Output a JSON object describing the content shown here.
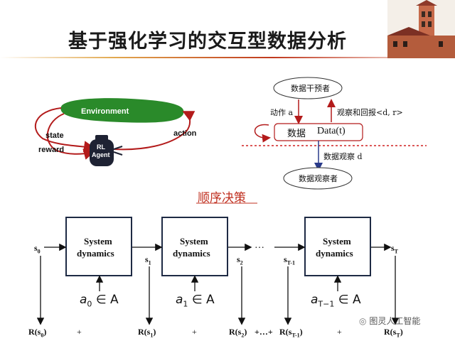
{
  "title": "基于强化学习的交互型数据分析",
  "rl_loop": {
    "environment": "Environment",
    "agent_line1": "RL",
    "agent_line2": "Agent",
    "state": "state",
    "reward": "reward",
    "action": "action"
  },
  "interaction": {
    "intervener": "数据干预者",
    "action_label": "动作 a",
    "observe_reward": "观察和回报<d, r>",
    "data_prefix": "数据",
    "data_formula": "Data(t)",
    "observation_label": "数据观察 d",
    "observer": "数据观察者"
  },
  "section_title": "顺序决策",
  "sequence": {
    "box_line1": "System",
    "box_line2": "dynamics",
    "states": [
      "s",
      "s",
      "s",
      "s",
      "s"
    ],
    "state_subs": [
      "0",
      "1",
      "2",
      "T-1",
      "T"
    ],
    "ellipsis": "…",
    "actions": [
      {
        "var": "a",
        "sub": "0",
        "rest": " ∈ A"
      },
      {
        "var": "a",
        "sub": "1",
        "rest": " ∈ A"
      },
      {
        "var": "a",
        "sub": "T−1",
        "rest": " ∈ A"
      }
    ],
    "rewards": [
      "R(s",
      "R(s",
      "R(s",
      "R(s",
      "R(s"
    ],
    "reward_subs": [
      "0",
      "1",
      "2",
      "T-1",
      "T"
    ],
    "plus": "+",
    "plus_dots": "+…+"
  },
  "watermark": "图灵人工智能",
  "colors": {
    "environment_fill": "#2a8a2a",
    "arrow_red": "#b31b1b",
    "dash_red": "#d02020",
    "box_border": "#1e2a44",
    "section_title": "#c03020"
  }
}
